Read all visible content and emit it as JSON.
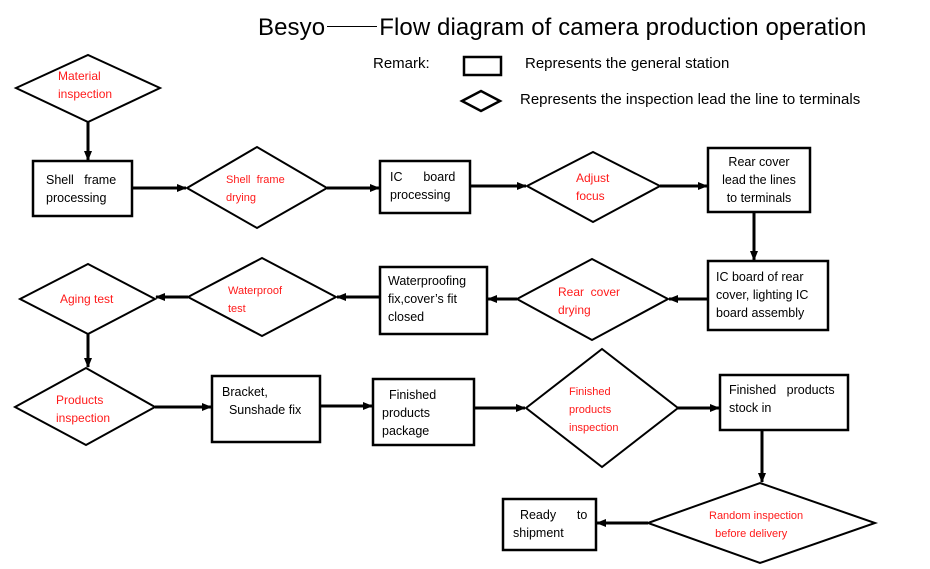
{
  "header": {
    "brand": "Besyo",
    "title": "Flow diagram of camera production operation"
  },
  "legend": {
    "remark_label": "Remark:",
    "station_label": "Represents the general station",
    "inspection_label": "Represents the inspection lead the line to terminals"
  },
  "colors": {
    "inspection_text": "#ff1a1a",
    "station_text": "#000000",
    "stroke": "#000000"
  },
  "nodes": {
    "material_inspection": {
      "type": "inspection",
      "label": "Material\ninspection"
    },
    "shell_frame_processing": {
      "type": "station",
      "label": "Shell   frame\nprocessing"
    },
    "shell_frame_drying": {
      "type": "inspection",
      "label": "Shell  frame\ndrying"
    },
    "ic_board_processing": {
      "type": "station",
      "label": "IC      board\nprocessing"
    },
    "adjust_focus": {
      "type": "inspection",
      "label": "Adjust\nfocus"
    },
    "rear_cover_lead": {
      "type": "station",
      "label": "Rear cover\nlead the lines\nto terminals"
    },
    "ic_board_rear_cover": {
      "type": "station",
      "label": "IC board of rear\ncover, lighting IC\nboard assembly"
    },
    "rear_cover_drying": {
      "type": "inspection",
      "label": "Rear  cover\ndrying"
    },
    "waterproofing_fix": {
      "type": "station",
      "label": "Waterproofing\nfix,cover’s fit\nclosed"
    },
    "waterproof_test": {
      "type": "inspection",
      "label": "Waterproof\ntest"
    },
    "aging_test": {
      "type": "inspection",
      "label": "Aging test"
    },
    "products_inspection": {
      "type": "inspection",
      "label": "Products\ninspection"
    },
    "bracket_sunshade_fix": {
      "type": "station",
      "label": "Bracket,\n  Sunshade fix"
    },
    "finished_products_package": {
      "type": "station",
      "label": "  Finished\nproducts\npackage"
    },
    "finished_products_inspection": {
      "type": "inspection",
      "label": "Finished\nproducts\ninspection"
    },
    "finished_products_stock_in": {
      "type": "station",
      "label": "Finished   products\nstock in"
    },
    "random_inspection": {
      "type": "inspection",
      "label": "Random inspection\n  before delivery"
    },
    "ready_to_shipment": {
      "type": "station",
      "label": "  Ready      to\nshipment"
    }
  },
  "edges": [
    [
      "material_inspection",
      "shell_frame_processing"
    ],
    [
      "shell_frame_processing",
      "shell_frame_drying"
    ],
    [
      "shell_frame_drying",
      "ic_board_processing"
    ],
    [
      "ic_board_processing",
      "adjust_focus"
    ],
    [
      "adjust_focus",
      "rear_cover_lead"
    ],
    [
      "rear_cover_lead",
      "ic_board_rear_cover"
    ],
    [
      "ic_board_rear_cover",
      "rear_cover_drying"
    ],
    [
      "rear_cover_drying",
      "waterproofing_fix"
    ],
    [
      "waterproofing_fix",
      "waterproof_test"
    ],
    [
      "waterproof_test",
      "aging_test"
    ],
    [
      "aging_test",
      "products_inspection"
    ],
    [
      "products_inspection",
      "bracket_sunshade_fix"
    ],
    [
      "bracket_sunshade_fix",
      "finished_products_package"
    ],
    [
      "finished_products_package",
      "finished_products_inspection"
    ],
    [
      "finished_products_inspection",
      "finished_products_stock_in"
    ],
    [
      "finished_products_stock_in",
      "random_inspection"
    ],
    [
      "random_inspection",
      "ready_to_shipment"
    ]
  ]
}
